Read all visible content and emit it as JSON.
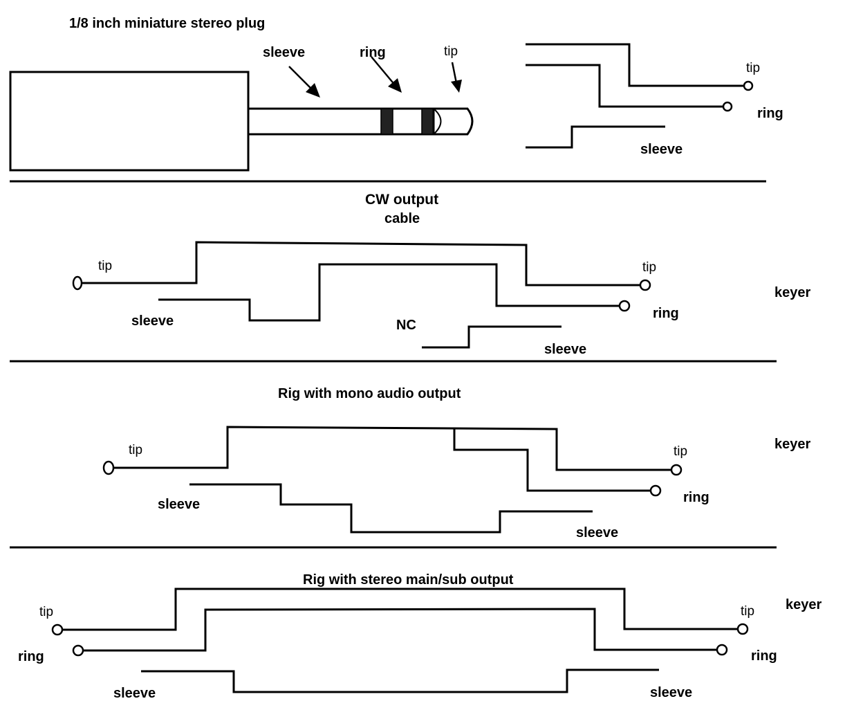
{
  "plug": {
    "title": "1/8 inch miniature stereo plug",
    "sleeve_label": "sleeve",
    "ring_label": "ring",
    "tip_label": "tip",
    "schematic_tip": "tip",
    "schematic_ring": "ring",
    "schematic_sleeve": "sleeve"
  },
  "cw_output": {
    "title": "CW output",
    "subtitle": "cable",
    "left_tip": "tip",
    "left_sleeve": "sleeve",
    "nc_label": "NC",
    "right_tip": "tip",
    "right_ring": "ring",
    "right_sleeve": "sleeve",
    "keyer_label": "keyer"
  },
  "mono": {
    "title": "Rig with mono audio output",
    "left_tip": "tip",
    "left_sleeve": "sleeve",
    "right_tip": "tip",
    "right_ring": "ring",
    "right_sleeve": "sleeve",
    "keyer_label": "keyer"
  },
  "stereo": {
    "title": "Rig with stereo main/sub output",
    "left_tip": "tip",
    "left_ring": "ring",
    "left_sleeve": "sleeve",
    "right_tip": "tip",
    "right_ring": "ring",
    "right_sleeve": "sleeve",
    "keyer_label": "keyer"
  }
}
